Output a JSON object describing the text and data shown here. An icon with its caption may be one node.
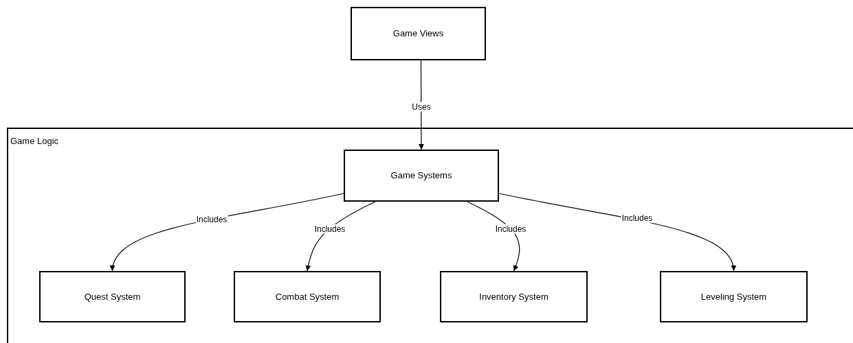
{
  "diagram": {
    "nodes": [
      {
        "text": [
          "Game Views"
        ]
      },
      {
        "text": [
          "Game Logic"
        ]
      },
      {
        "text": [
          "Game Systems"
        ],
        "in": 1
      },
      {
        "text": [
          "Quest System"
        ],
        "in": 1
      },
      {
        "text": [
          "Combat System"
        ],
        "in": 1
      },
      {
        "text": [
          "Inventory System"
        ],
        "in": 1
      },
      {
        "text": [
          "Leveling System"
        ],
        "in": 1
      }
    ],
    "edges": [
      {
        "from": 0,
        "to": 2,
        "arrow": "to",
        "label": "Uses"
      },
      {
        "from": 2,
        "to": 3,
        "arrow": "to",
        "label": "Includes"
      },
      {
        "from": 2,
        "to": 4,
        "arrow": "to",
        "label": "Includes"
      },
      {
        "from": 2,
        "to": 5,
        "arrow": "to",
        "label": "Includes"
      },
      {
        "from": 2,
        "to": 6,
        "arrow": "to",
        "label": "Includes"
      }
    ]
  }
}
